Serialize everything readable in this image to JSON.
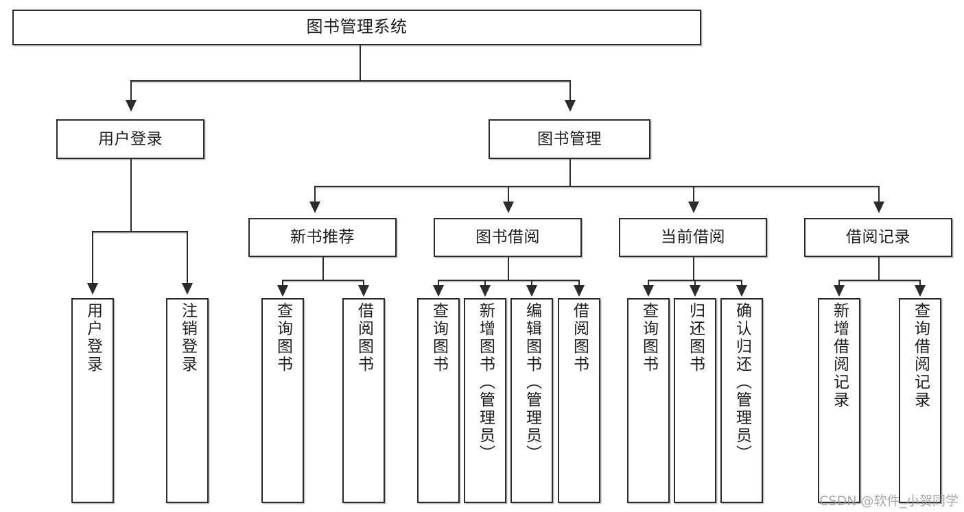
{
  "diagram": {
    "title": "图书管理系统",
    "type": "hierarchy-tree",
    "watermark": "CSDN @软件_小贺同学",
    "colors": {
      "stroke": "#2b2b2b",
      "fill": "#ffffff",
      "shadow": "#b8b8b8",
      "text": "#1d1d1d",
      "watermark": "#9a9a9a"
    },
    "levels": {
      "level0": [
        {
          "id": "root",
          "label": "图书管理系统"
        }
      ],
      "level1": [
        {
          "id": "user-login",
          "label": "用户登录"
        },
        {
          "id": "book-management",
          "label": "图书管理"
        }
      ],
      "level2": [
        {
          "id": "new-book-recommend",
          "label": "新书推荐"
        },
        {
          "id": "book-borrow",
          "label": "图书借阅"
        },
        {
          "id": "current-borrow",
          "label": "当前借阅"
        },
        {
          "id": "borrow-record",
          "label": "借阅记录"
        }
      ],
      "level3": {
        "user-login": [
          {
            "id": "leaf-user-login",
            "label": "用户登录"
          },
          {
            "id": "leaf-logout-login",
            "label": "注销登录"
          }
        ],
        "new-book-recommend": [
          {
            "id": "leaf-query-book-1",
            "label": "查询图书"
          },
          {
            "id": "leaf-borrow-book-1",
            "label": "借阅图书"
          }
        ],
        "book-borrow": [
          {
            "id": "leaf-query-book-2",
            "label": "查询图书"
          },
          {
            "id": "leaf-add-book",
            "label": "新增图书（管理员）"
          },
          {
            "id": "leaf-edit-book",
            "label": "编辑图书（管理员）"
          },
          {
            "id": "leaf-borrow-book-2",
            "label": "借阅图书"
          }
        ],
        "current-borrow": [
          {
            "id": "leaf-query-book-3",
            "label": "查询图书"
          },
          {
            "id": "leaf-return-book",
            "label": "归还图书"
          },
          {
            "id": "leaf-confirm-return",
            "label": "确认归还（管理员）"
          }
        ],
        "borrow-record": [
          {
            "id": "leaf-add-borrow-record",
            "label": "新增借阅记录"
          },
          {
            "id": "leaf-query-borrow-record",
            "label": "查询借阅记录"
          }
        ]
      }
    }
  }
}
